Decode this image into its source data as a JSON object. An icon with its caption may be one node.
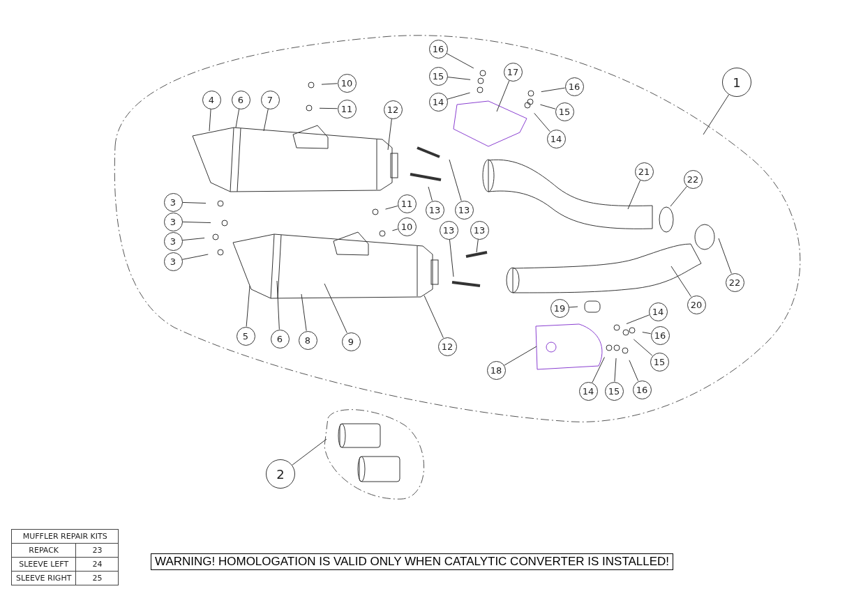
{
  "diagram": {
    "nodes": [
      {
        "text": [
          "16"
        ]
      },
      {
        "text": [
          "17"
        ]
      },
      {
        "text": [
          "15"
        ]
      },
      {
        "text": [
          "1"
        ]
      },
      {
        "text": [
          "10"
        ]
      },
      {
        "text": [
          "16"
        ]
      },
      {
        "text": [
          "4"
        ]
      },
      {
        "text": [
          "6"
        ]
      },
      {
        "text": [
          "7"
        ]
      },
      {
        "text": [
          "14"
        ]
      },
      {
        "text": [
          "11"
        ]
      },
      {
        "text": [
          "12"
        ]
      },
      {
        "text": [
          "15"
        ]
      },
      {
        "text": [
          "14"
        ]
      },
      {
        "text": [
          "21"
        ]
      },
      {
        "text": [
          "22"
        ]
      },
      {
        "text": [
          "3"
        ]
      },
      {
        "text": [
          "11"
        ]
      },
      {
        "text": [
          "13"
        ]
      },
      {
        "text": [
          "13"
        ]
      },
      {
        "text": [
          "3"
        ]
      },
      {
        "text": [
          "10"
        ]
      },
      {
        "text": [
          "13"
        ]
      },
      {
        "text": [
          "13"
        ]
      },
      {
        "text": [
          "3"
        ]
      },
      {
        "text": [
          "3"
        ]
      },
      {
        "text": [
          "22"
        ]
      },
      {
        "text": [
          "20"
        ]
      },
      {
        "text": [
          "19"
        ]
      },
      {
        "text": [
          "14"
        ]
      },
      {
        "text": [
          "16"
        ]
      },
      {
        "text": [
          "5"
        ]
      },
      {
        "text": [
          "6"
        ]
      },
      {
        "text": [
          "8"
        ]
      },
      {
        "text": [
          "9"
        ]
      },
      {
        "text": [
          "12"
        ]
      },
      {
        "text": [
          "15"
        ]
      },
      {
        "text": [
          "18"
        ]
      },
      {
        "text": [
          "14"
        ]
      },
      {
        "text": [
          "15"
        ]
      },
      {
        "text": [
          "16"
        ]
      },
      {
        "text": [
          "2"
        ]
      }
    ],
    "edges": [
      {
        "from": 0,
        "to": null,
        "arrow": "none"
      },
      {
        "from": 1,
        "to": null,
        "arrow": "none"
      },
      {
        "from": 2,
        "to": null,
        "arrow": "none"
      },
      {
        "from": 3,
        "to": null,
        "arrow": "none"
      },
      {
        "from": 4,
        "to": null,
        "arrow": "none"
      },
      {
        "from": 5,
        "to": null,
        "arrow": "none"
      },
      {
        "from": 6,
        "to": null,
        "arrow": "none"
      },
      {
        "from": 7,
        "to": null,
        "arrow": "none"
      },
      {
        "from": 8,
        "to": null,
        "arrow": "none"
      },
      {
        "from": 9,
        "to": null,
        "arrow": "none"
      },
      {
        "from": 10,
        "to": null,
        "arrow": "none"
      },
      {
        "from": 11,
        "to": null,
        "arrow": "none"
      },
      {
        "from": 12,
        "to": null,
        "arrow": "none"
      },
      {
        "from": 13,
        "to": null,
        "arrow": "none"
      },
      {
        "from": 14,
        "to": null,
        "arrow": "none"
      },
      {
        "from": 15,
        "to": null,
        "arrow": "none"
      },
      {
        "from": 16,
        "to": null,
        "arrow": "none"
      },
      {
        "from": 17,
        "to": null,
        "arrow": "none"
      },
      {
        "from": 18,
        "to": null,
        "arrow": "none"
      },
      {
        "from": 19,
        "to": null,
        "arrow": "none"
      },
      {
        "from": 20,
        "to": null,
        "arrow": "none"
      },
      {
        "from": 21,
        "to": null,
        "arrow": "none"
      },
      {
        "from": 22,
        "to": null,
        "arrow": "none"
      },
      {
        "from": 23,
        "to": null,
        "arrow": "none"
      },
      {
        "from": 24,
        "to": null,
        "arrow": "none"
      },
      {
        "from": 25,
        "to": null,
        "arrow": "none"
      },
      {
        "from": 26,
        "to": null,
        "arrow": "none"
      },
      {
        "from": 27,
        "to": null,
        "arrow": "none"
      },
      {
        "from": 28,
        "to": null,
        "arrow": "none"
      },
      {
        "from": 29,
        "to": null,
        "arrow": "none"
      },
      {
        "from": 30,
        "to": null,
        "arrow": "none"
      },
      {
        "from": 31,
        "to": null,
        "arrow": "none"
      },
      {
        "from": 32,
        "to": null,
        "arrow": "none"
      },
      {
        "from": 33,
        "to": null,
        "arrow": "none"
      },
      {
        "from": 34,
        "to": null,
        "arrow": "none"
      },
      {
        "from": 35,
        "to": null,
        "arrow": "none"
      },
      {
        "from": 36,
        "to": null,
        "arrow": "none"
      },
      {
        "from": 37,
        "to": null,
        "arrow": "none"
      },
      {
        "from": 38,
        "to": null,
        "arrow": "none"
      },
      {
        "from": 39,
        "to": null,
        "arrow": "none"
      },
      {
        "from": 40,
        "to": null,
        "arrow": "none"
      },
      {
        "from": 41,
        "to": null,
        "arrow": "none"
      }
    ],
    "labels": [
      "MUFFLER REPAIR KITS",
      "REPACK",
      "23",
      "SLEEVE LEFT",
      "24",
      "SLEEVE RIGHT",
      "25",
      "WARNING! HOMOLOGATION IS VALID ONLY WHEN CATALYTIC CONVERTER IS INSTALLED!"
    ]
  }
}
